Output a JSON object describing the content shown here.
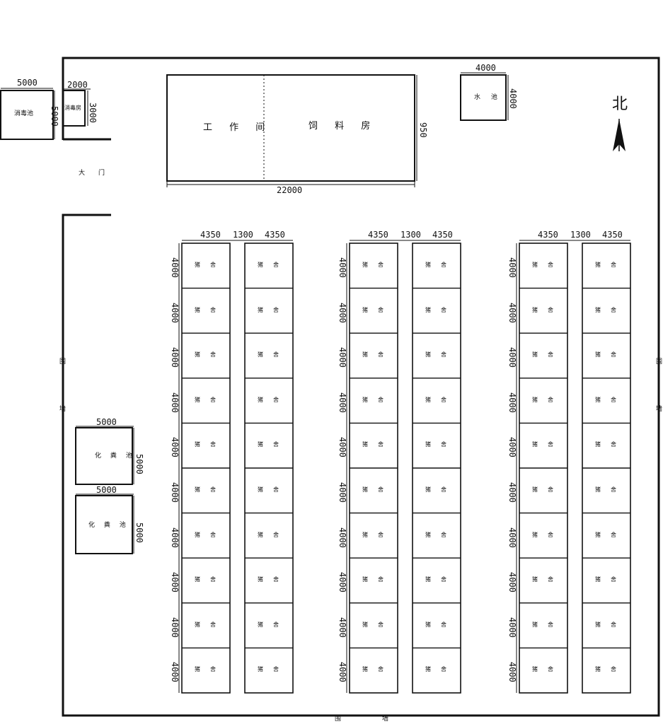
{
  "site": {
    "wall_label_left_top": "围",
    "wall_label_left_bottom": "墙",
    "wall_label_right_top": "围",
    "wall_label_right_bottom": "墙",
    "wall_label_bottom_a": "围",
    "wall_label_bottom_b": "墙",
    "gate_label_a": "大",
    "gate_label_b": "门"
  },
  "north": {
    "label": "北"
  },
  "disinfection_pool": {
    "name": "消毒池",
    "width_dim": "5000",
    "depth_dim": "5000"
  },
  "disinfection_room": {
    "name": "消毒房",
    "width_dim": "2000",
    "depth_dim": "3000"
  },
  "main_building": {
    "workroom": "工 作 间",
    "feed_room": "饲 料 房",
    "length_dim": "22000",
    "depth_dim": "950"
  },
  "water_pool": {
    "name": "水 池",
    "width_dim": "4000",
    "depth_dim": "4000"
  },
  "septic_tanks": [
    {
      "name": "化 粪 池",
      "width_dim": "5000",
      "depth_dim": "5000"
    },
    {
      "name": "化 粪 池",
      "width_dim": "5000",
      "depth_dim": "5000"
    }
  ],
  "pen_blocks": [
    {
      "dims": [
        "4350",
        "1300",
        "4350"
      ]
    },
    {
      "dims": [
        "4350",
        "1300",
        "4350"
      ]
    },
    {
      "dims": [
        "4350",
        "1300",
        "4350"
      ]
    }
  ],
  "pen": {
    "label": "猪舍",
    "row_dim": "4000",
    "rows": 10
  }
}
